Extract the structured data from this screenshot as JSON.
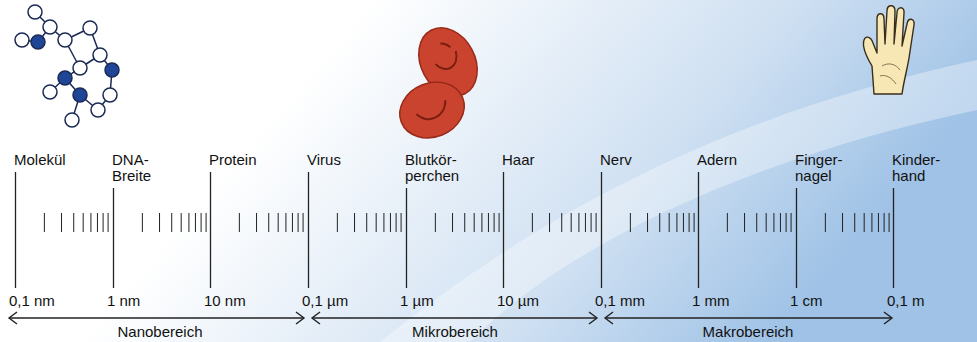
{
  "diagram": {
    "labels": [
      "Molekül",
      "DNA- Breite",
      "Protein",
      "Virus",
      "Blutkör- perchen",
      "Haar",
      "Nerv",
      "Adern",
      "Finger- nagel",
      "Kinder- hand",
      "0,1 nm",
      "1 nm",
      "10 nm",
      "0,1 µm",
      "1 µm",
      "10 µm",
      "0,1 mm",
      "1 mm",
      "1 cm",
      "0,1 m",
      "Nanobereich",
      "Mikrobereich",
      "Makrobereich"
    ]
  }
}
